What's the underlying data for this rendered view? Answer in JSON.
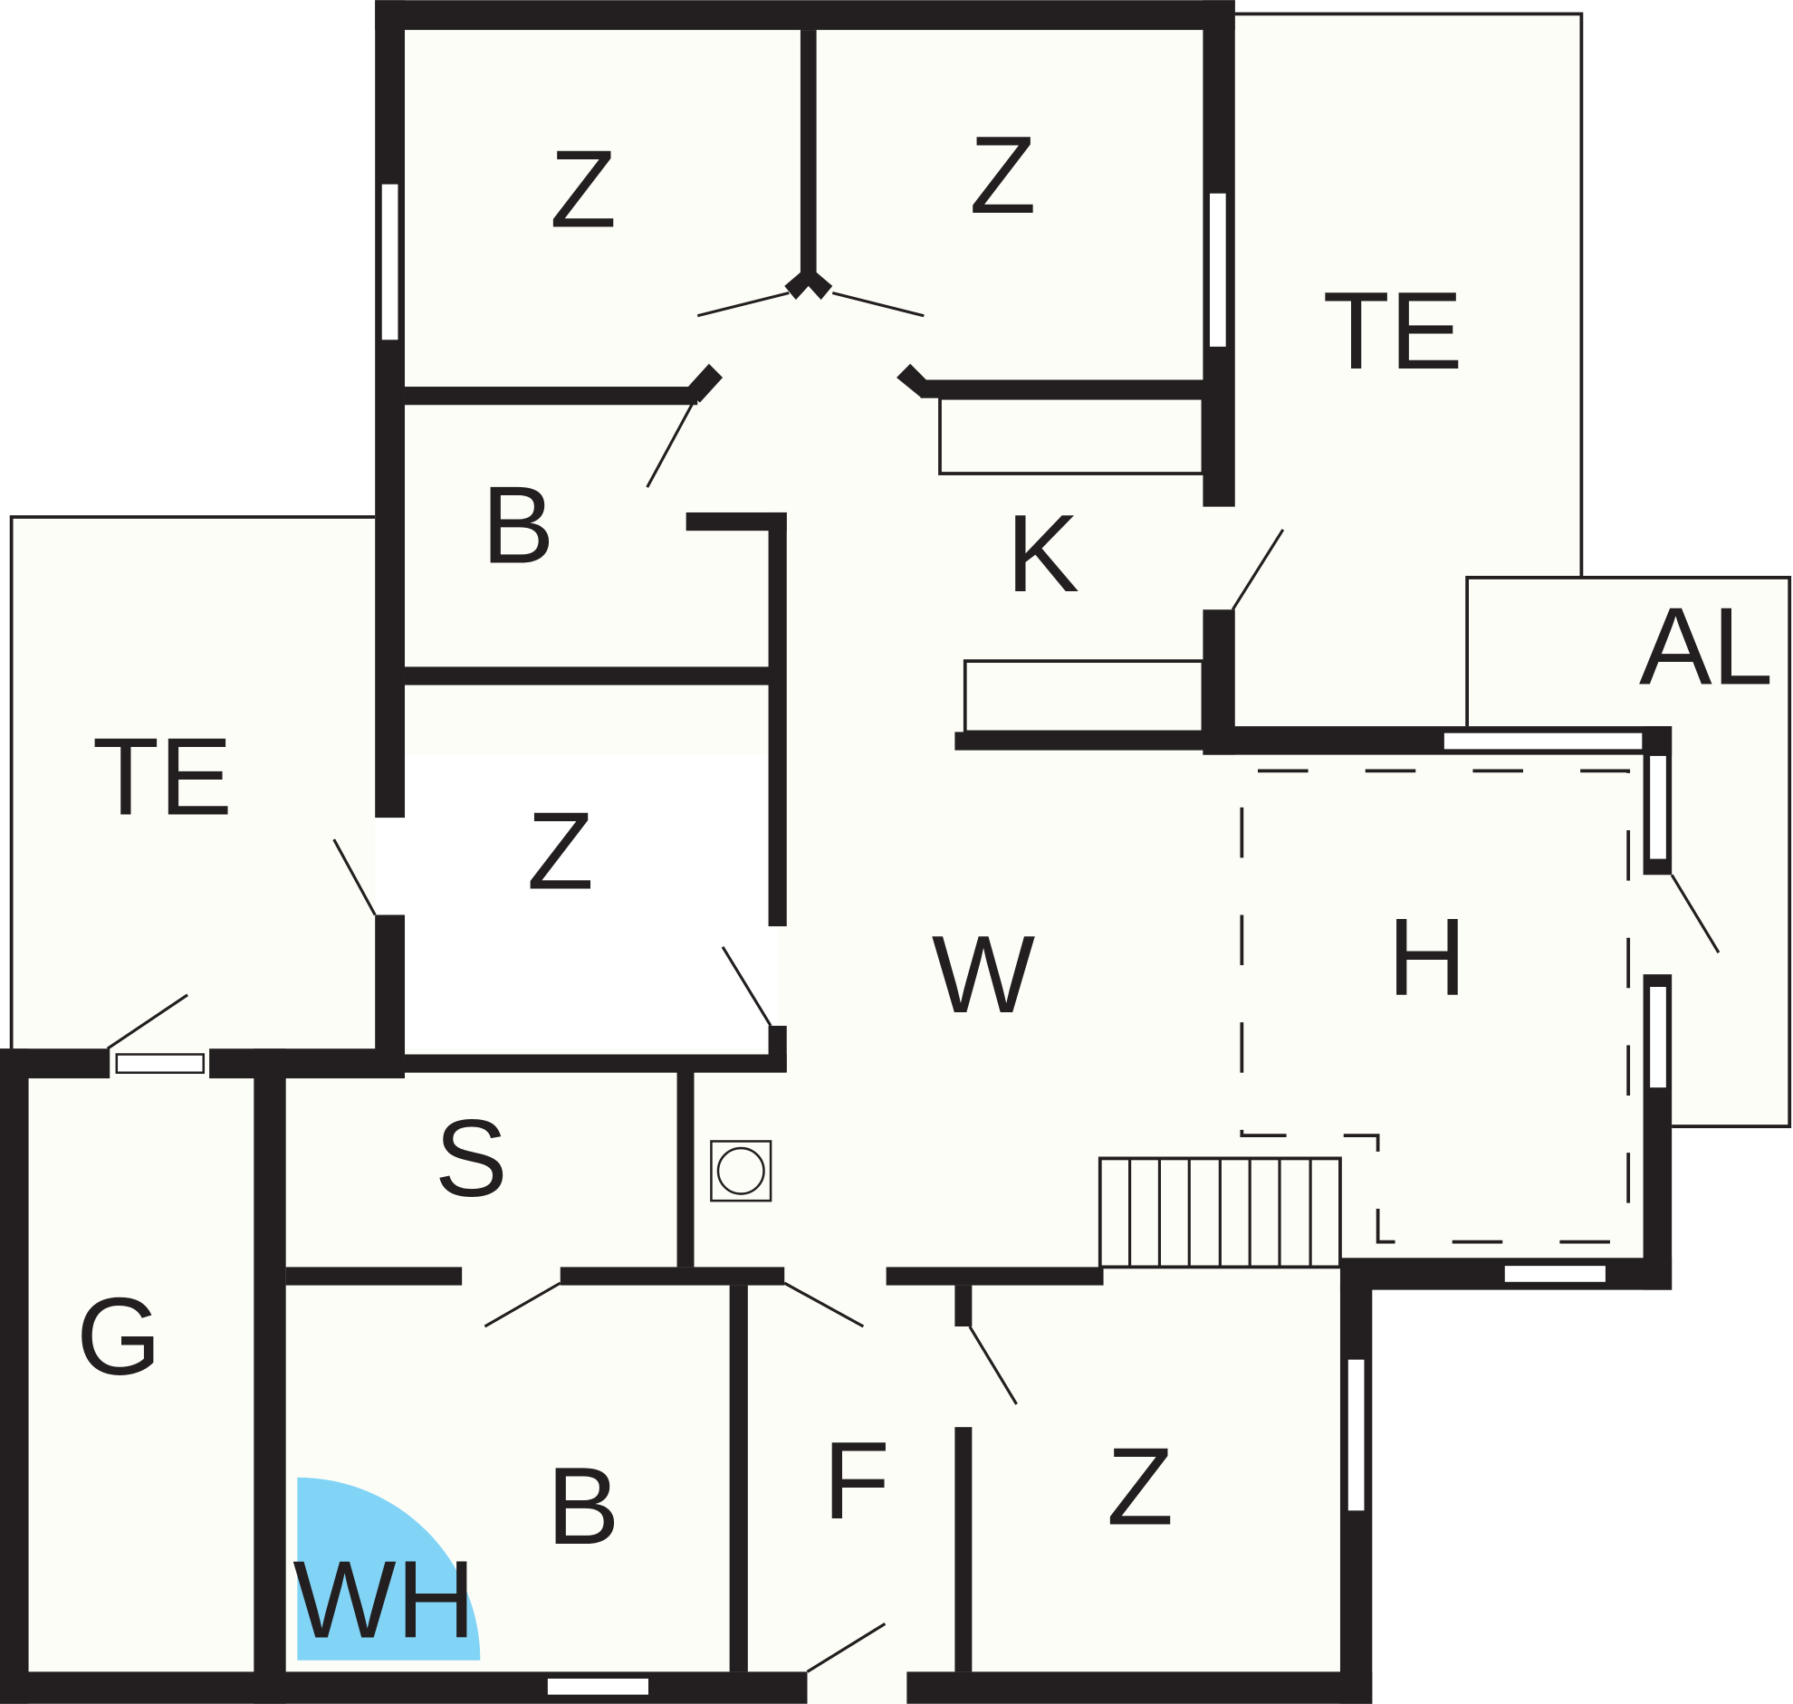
{
  "title": "Floor plan",
  "colors": {
    "wall": "#231f20",
    "floor": "#fdfdf7",
    "whirlpool": "#82d4f6"
  },
  "rooms": [
    {
      "label": "Z"
    },
    {
      "label": "Z"
    },
    {
      "label": "TE"
    },
    {
      "label": "B"
    },
    {
      "label": "K"
    },
    {
      "label": "AL"
    },
    {
      "label": "TE"
    },
    {
      "label": "Z"
    },
    {
      "label": "W"
    },
    {
      "label": "H"
    },
    {
      "label": "S"
    },
    {
      "label": "G"
    },
    {
      "label": "B"
    },
    {
      "label": "F"
    },
    {
      "label": "Z"
    },
    {
      "label": "WH"
    }
  ]
}
